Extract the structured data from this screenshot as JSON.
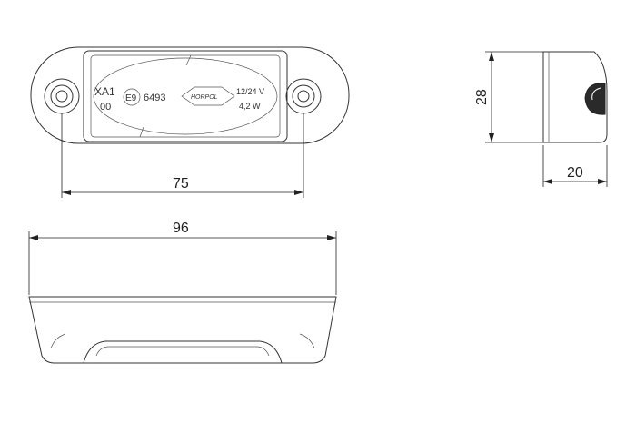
{
  "dimensions": {
    "hole_spacing": "75",
    "overall_length": "96",
    "height": "28",
    "depth": "20"
  },
  "lens_markings": {
    "approval_code": "XA1",
    "approval_sub": "00",
    "e_mark": "E9",
    "e_number": "6493",
    "brand": "HORPOL",
    "voltage": "12/24 V",
    "power": "4,2 W"
  }
}
